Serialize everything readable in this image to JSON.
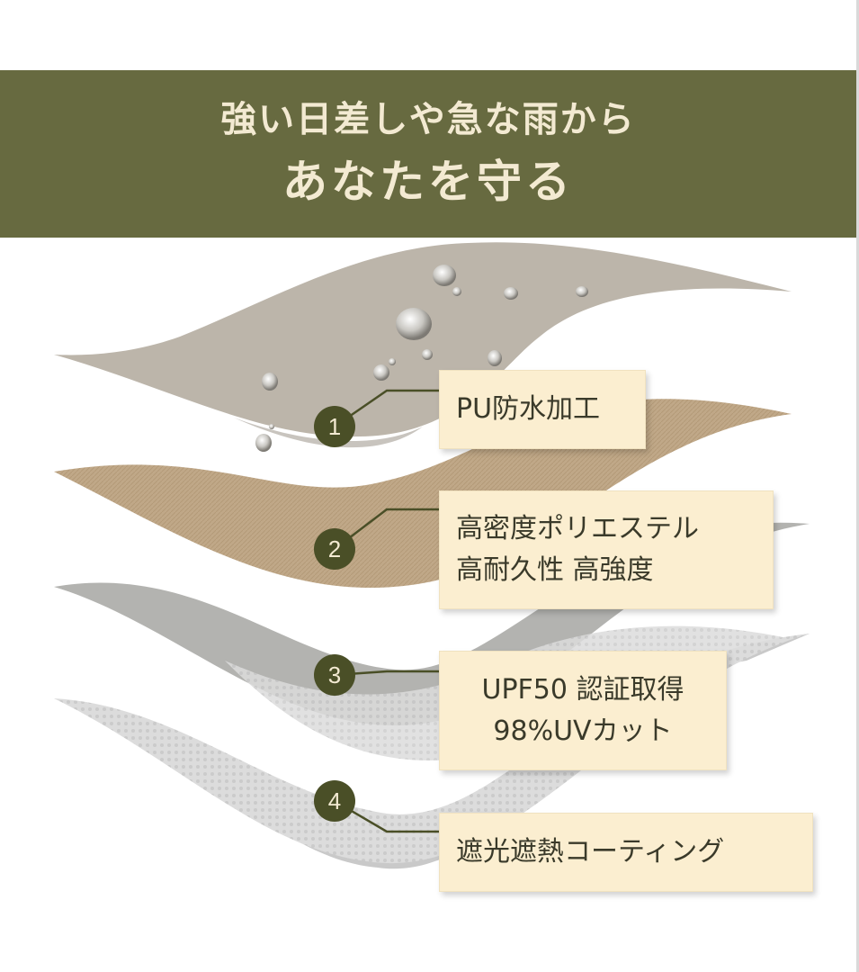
{
  "header": {
    "line1": "強い日差しや急な雨から",
    "line2": "あなたを守る"
  },
  "colors": {
    "header_bg": "#676a40",
    "header_text": "#f3ead2",
    "badge_bg": "#4a4f27",
    "callout_bg": "#fbeed0",
    "layer1": "#bcb5aa",
    "layer2": "#c0a888",
    "layer3": "#b3b3b0",
    "layer4": "#d7d7d7"
  },
  "layers": [
    {
      "number": "1",
      "lines": [
        "PU防水加工"
      ]
    },
    {
      "number": "2",
      "lines": [
        "高密度ポリエステル",
        "高耐久性 高強度"
      ]
    },
    {
      "number": "3",
      "lines": [
        "UPF50 認証取得",
        "98%UVカット"
      ]
    },
    {
      "number": "4",
      "lines": [
        "遮光遮熱コーティング"
      ]
    }
  ]
}
